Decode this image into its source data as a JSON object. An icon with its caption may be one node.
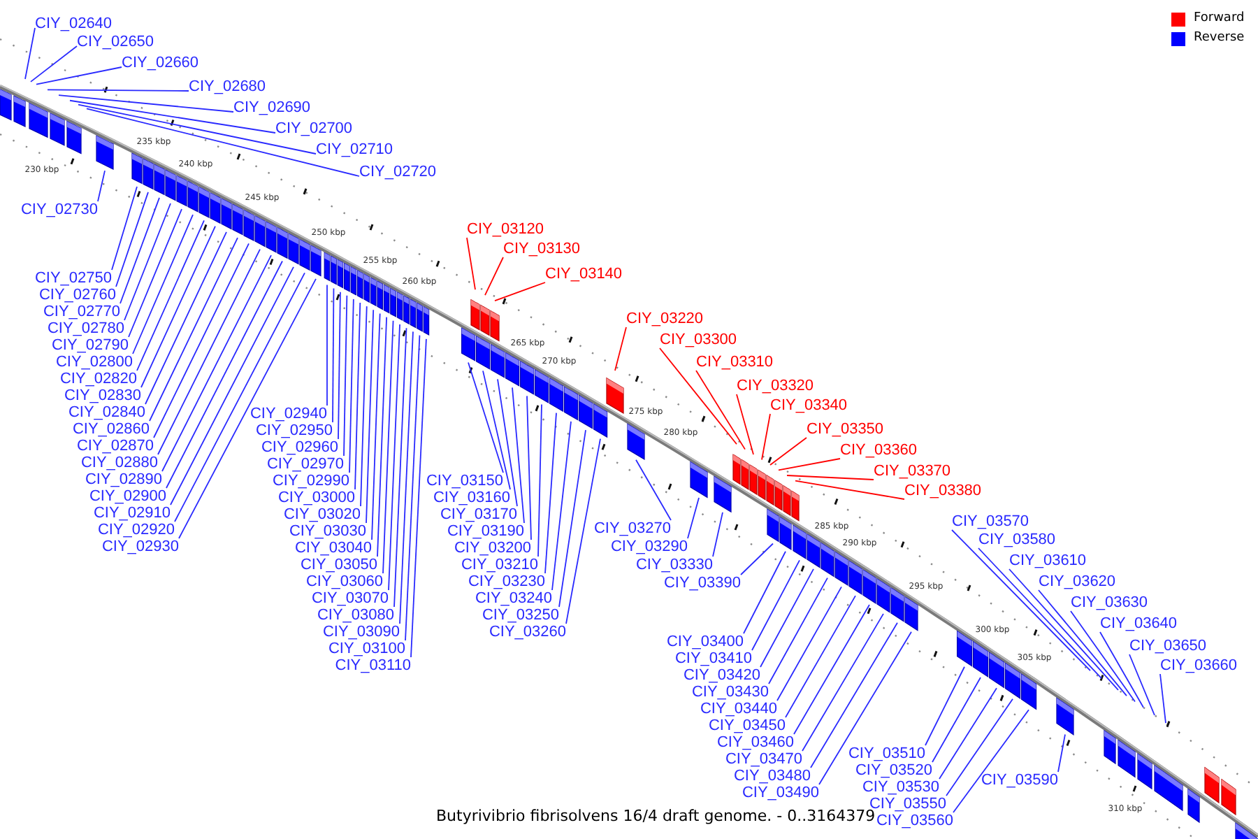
{
  "diagram": {
    "caption": "Butyrivibrio fibrisolvens 16/4 draft genome. - 0..3164379",
    "nodes": [
      {
        "text": [
          "CIY_02640"
        ]
      },
      {
        "text": [
          "CIY_02650"
        ]
      },
      {
        "text": [
          "CIY_02660"
        ]
      },
      {
        "text": [
          "CIY_02680"
        ]
      },
      {
        "text": [
          "CIY_02690"
        ]
      },
      {
        "text": [
          "CIY_02700"
        ]
      },
      {
        "text": [
          "CIY_02710"
        ]
      },
      {
        "text": [
          "CIY_02720"
        ]
      },
      {
        "text": [
          "CIY_02730"
        ]
      },
      {
        "text": [
          "CIY_02750"
        ]
      },
      {
        "text": [
          "CIY_02760"
        ]
      },
      {
        "text": [
          "CIY_02770"
        ]
      },
      {
        "text": [
          "CIY_02780"
        ]
      },
      {
        "text": [
          "CIY_02790"
        ]
      },
      {
        "text": [
          "CIY_02800"
        ]
      },
      {
        "text": [
          "CIY_02820"
        ]
      },
      {
        "text": [
          "CIY_02830"
        ]
      },
      {
        "text": [
          "CIY_02840"
        ]
      },
      {
        "text": [
          "CIY_02860"
        ]
      },
      {
        "text": [
          "CIY_02870"
        ]
      },
      {
        "text": [
          "CIY_02880"
        ]
      },
      {
        "text": [
          "CIY_02890"
        ]
      },
      {
        "text": [
          "CIY_02900"
        ]
      },
      {
        "text": [
          "CIY_02910"
        ]
      },
      {
        "text": [
          "CIY_02920"
        ]
      },
      {
        "text": [
          "CIY_02930"
        ]
      },
      {
        "text": [
          "CIY_02940"
        ]
      },
      {
        "text": [
          "CIY_02950"
        ]
      },
      {
        "text": [
          "CIY_02960"
        ]
      },
      {
        "text": [
          "CIY_02970"
        ]
      },
      {
        "text": [
          "CIY_02990"
        ]
      },
      {
        "text": [
          "CIY_03000"
        ]
      },
      {
        "text": [
          "CIY_03020"
        ]
      },
      {
        "text": [
          "CIY_03030"
        ]
      },
      {
        "text": [
          "CIY_03040"
        ]
      },
      {
        "text": [
          "CIY_03050"
        ]
      },
      {
        "text": [
          "CIY_03060"
        ]
      },
      {
        "text": [
          "CIY_03070"
        ]
      },
      {
        "text": [
          "CIY_03080"
        ]
      },
      {
        "text": [
          "CIY_03090"
        ]
      },
      {
        "text": [
          "CIY_03100"
        ]
      },
      {
        "text": [
          "CIY_03110"
        ]
      },
      {
        "text": [
          "CIY_03120"
        ]
      },
      {
        "text": [
          "CIY_03130"
        ]
      },
      {
        "text": [
          "CIY_03140"
        ]
      },
      {
        "text": [
          "CIY_03220"
        ]
      },
      {
        "text": [
          "CIY_03150"
        ]
      },
      {
        "text": [
          "CIY_03160"
        ]
      },
      {
        "text": [
          "CIY_03170"
        ]
      },
      {
        "text": [
          "CIY_03190"
        ]
      },
      {
        "text": [
          "CIY_03200"
        ]
      },
      {
        "text": [
          "CIY_03210"
        ]
      },
      {
        "text": [
          "CIY_03230"
        ]
      },
      {
        "text": [
          "CIY_03240"
        ]
      },
      {
        "text": [
          "CIY_03250"
        ]
      },
      {
        "text": [
          "CIY_03260"
        ]
      },
      {
        "text": [
          "CIY_03270"
        ]
      },
      {
        "text": [
          "CIY_03290"
        ]
      },
      {
        "text": [
          "CIY_03330"
        ]
      },
      {
        "text": [
          "CIY_03390"
        ]
      },
      {
        "text": [
          "CIY_03300"
        ]
      },
      {
        "text": [
          "CIY_03310"
        ]
      },
      {
        "text": [
          "CIY_03320"
        ]
      },
      {
        "text": [
          "CIY_03340"
        ]
      },
      {
        "text": [
          "CIY_03350"
        ]
      },
      {
        "text": [
          "CIY_03360"
        ]
      },
      {
        "text": [
          "CIY_03370"
        ]
      },
      {
        "text": [
          "CIY_03380"
        ]
      },
      {
        "text": [
          "CIY_03400"
        ]
      },
      {
        "text": [
          "CIY_03410"
        ]
      },
      {
        "text": [
          "CIY_03420"
        ]
      },
      {
        "text": [
          "CIY_03430"
        ]
      },
      {
        "text": [
          "CIY_03440"
        ]
      },
      {
        "text": [
          "CIY_03450"
        ]
      },
      {
        "text": [
          "CIY_03460"
        ]
      },
      {
        "text": [
          "CIY_03470"
        ]
      },
      {
        "text": [
          "CIY_03480"
        ]
      },
      {
        "text": [
          "CIY_03490"
        ]
      },
      {
        "text": [
          "CIY_03510"
        ]
      },
      {
        "text": [
          "CIY_03520"
        ]
      },
      {
        "text": [
          "CIY_03530"
        ]
      },
      {
        "text": [
          "CIY_03550"
        ]
      },
      {
        "text": [
          "CIY_03560"
        ]
      },
      {
        "text": [
          "CIY_03590"
        ]
      },
      {
        "text": [
          "CIY_03570"
        ]
      },
      {
        "text": [
          "CIY_03580"
        ]
      },
      {
        "text": [
          "CIY_03610"
        ]
      },
      {
        "text": [
          "CIY_03620"
        ]
      },
      {
        "text": [
          "CIY_03630"
        ]
      },
      {
        "text": [
          "CIY_03640"
        ]
      },
      {
        "text": [
          "CIY_03650"
        ]
      },
      {
        "text": [
          "CIY_03660"
        ]
      }
    ],
    "edges": [
      {
        "from": 0,
        "to": null,
        "arrow": "none"
      },
      {
        "from": 1,
        "to": null,
        "arrow": "none"
      },
      {
        "from": 2,
        "to": null,
        "arrow": "none"
      },
      {
        "from": 3,
        "to": null,
        "arrow": "none"
      },
      {
        "from": 4,
        "to": null,
        "arrow": "none"
      },
      {
        "from": 5,
        "to": null,
        "arrow": "none"
      },
      {
        "from": 6,
        "to": null,
        "arrow": "none"
      },
      {
        "from": 7,
        "to": null,
        "arrow": "none"
      },
      {
        "from": 8,
        "to": null,
        "arrow": "none"
      },
      {
        "from": 9,
        "to": null,
        "arrow": "none"
      },
      {
        "from": 10,
        "to": null,
        "arrow": "none"
      },
      {
        "from": 11,
        "to": null,
        "arrow": "none"
      },
      {
        "from": 12,
        "to": null,
        "arrow": "none"
      },
      {
        "from": 13,
        "to": null,
        "arrow": "none"
      },
      {
        "from": 14,
        "to": null,
        "arrow": "none"
      },
      {
        "from": 15,
        "to": null,
        "arrow": "none"
      },
      {
        "from": 16,
        "to": null,
        "arrow": "none"
      },
      {
        "from": 17,
        "to": null,
        "arrow": "none"
      },
      {
        "from": 18,
        "to": null,
        "arrow": "none"
      },
      {
        "from": 19,
        "to": null,
        "arrow": "none"
      },
      {
        "from": 20,
        "to": null,
        "arrow": "none"
      },
      {
        "from": 21,
        "to": null,
        "arrow": "none"
      },
      {
        "from": 22,
        "to": null,
        "arrow": "none"
      },
      {
        "from": 23,
        "to": null,
        "arrow": "none"
      },
      {
        "from": 24,
        "to": null,
        "arrow": "none"
      },
      {
        "from": 25,
        "to": null,
        "arrow": "none"
      },
      {
        "from": 26,
        "to": null,
        "arrow": "none"
      },
      {
        "from": 27,
        "to": null,
        "arrow": "none"
      },
      {
        "from": 28,
        "to": null,
        "arrow": "none"
      },
      {
        "from": 29,
        "to": null,
        "arrow": "none"
      },
      {
        "from": 30,
        "to": null,
        "arrow": "none"
      },
      {
        "from": 31,
        "to": null,
        "arrow": "none"
      },
      {
        "from": 32,
        "to": null,
        "arrow": "none"
      },
      {
        "from": 33,
        "to": null,
        "arrow": "none"
      },
      {
        "from": 34,
        "to": null,
        "arrow": "none"
      },
      {
        "from": 35,
        "to": null,
        "arrow": "none"
      },
      {
        "from": 36,
        "to": null,
        "arrow": "none"
      },
      {
        "from": 37,
        "to": null,
        "arrow": "none"
      },
      {
        "from": 38,
        "to": null,
        "arrow": "none"
      },
      {
        "from": 39,
        "to": null,
        "arrow": "none"
      },
      {
        "from": 40,
        "to": null,
        "arrow": "none"
      },
      {
        "from": 41,
        "to": null,
        "arrow": "none"
      },
      {
        "from": 42,
        "to": null,
        "arrow": "none",
        "color": "#ff0000"
      },
      {
        "from": 43,
        "to": null,
        "arrow": "none",
        "color": "#ff0000"
      },
      {
        "from": 44,
        "to": null,
        "arrow": "none",
        "color": "#ff0000"
      },
      {
        "from": 45,
        "to": null,
        "arrow": "none",
        "color": "#ff0000"
      },
      {
        "from": 46,
        "to": null,
        "arrow": "none"
      },
      {
        "from": 47,
        "to": null,
        "arrow": "none"
      },
      {
        "from": 48,
        "to": null,
        "arrow": "none"
      },
      {
        "from": 49,
        "to": null,
        "arrow": "none"
      },
      {
        "from": 50,
        "to": null,
        "arrow": "none"
      },
      {
        "from": 51,
        "to": null,
        "arrow": "none"
      },
      {
        "from": 52,
        "to": null,
        "arrow": "none"
      },
      {
        "from": 53,
        "to": null,
        "arrow": "none"
      },
      {
        "from": 54,
        "to": null,
        "arrow": "none"
      },
      {
        "from": 55,
        "to": null,
        "arrow": "none"
      },
      {
        "from": 56,
        "to": null,
        "arrow": "none"
      },
      {
        "from": 57,
        "to": null,
        "arrow": "none"
      },
      {
        "from": 58,
        "to": null,
        "arrow": "none"
      },
      {
        "from": 59,
        "to": null,
        "arrow": "none"
      },
      {
        "from": 60,
        "to": null,
        "arrow": "none",
        "color": "#ff0000"
      },
      {
        "from": 61,
        "to": null,
        "arrow": "none",
        "color": "#ff0000"
      },
      {
        "from": 62,
        "to": null,
        "arrow": "none",
        "color": "#ff0000"
      },
      {
        "from": 63,
        "to": null,
        "arrow": "none",
        "color": "#ff0000"
      },
      {
        "from": 64,
        "to": null,
        "arrow": "none",
        "color": "#ff0000"
      },
      {
        "from": 65,
        "to": null,
        "arrow": "none",
        "color": "#ff0000"
      },
      {
        "from": 66,
        "to": null,
        "arrow": "none",
        "color": "#ff0000"
      },
      {
        "from": 67,
        "to": null,
        "arrow": "none",
        "color": "#ff0000"
      },
      {
        "from": 68,
        "to": null,
        "arrow": "none"
      },
      {
        "from": 69,
        "to": null,
        "arrow": "none"
      },
      {
        "from": 70,
        "to": null,
        "arrow": "none"
      },
      {
        "from": 71,
        "to": null,
        "arrow": "none"
      },
      {
        "from": 72,
        "to": null,
        "arrow": "none"
      },
      {
        "from": 73,
        "to": null,
        "arrow": "none"
      },
      {
        "from": 74,
        "to": null,
        "arrow": "none"
      },
      {
        "from": 75,
        "to": null,
        "arrow": "none"
      },
      {
        "from": 76,
        "to": null,
        "arrow": "none"
      },
      {
        "from": 77,
        "to": null,
        "arrow": "none"
      },
      {
        "from": 78,
        "to": null,
        "arrow": "none"
      },
      {
        "from": 79,
        "to": null,
        "arrow": "none"
      },
      {
        "from": 80,
        "to": null,
        "arrow": "none"
      },
      {
        "from": 81,
        "to": null,
        "arrow": "none"
      },
      {
        "from": 82,
        "to": null,
        "arrow": "none"
      },
      {
        "from": 83,
        "to": null,
        "arrow": "none"
      },
      {
        "from": 84,
        "to": null,
        "arrow": "none"
      },
      {
        "from": 85,
        "to": null,
        "arrow": "none"
      },
      {
        "from": 86,
        "to": null,
        "arrow": "none"
      },
      {
        "from": 87,
        "to": null,
        "arrow": "none"
      },
      {
        "from": 88,
        "to": null,
        "arrow": "none"
      },
      {
        "from": 89,
        "to": null,
        "arrow": "none"
      },
      {
        "from": 90,
        "to": null,
        "arrow": "none"
      },
      {
        "from": 91,
        "to": null,
        "arrow": "none"
      }
    ],
    "labels": [
      "230 kbp",
      "235 kbp",
      "240 kbp",
      "245 kbp",
      "250 kbp",
      "255 kbp",
      "260 kbp",
      "265 kbp",
      "270 kbp",
      "275 kbp",
      "280 kbp",
      "285 kbp",
      "290 kbp",
      "295 kbp",
      "300 kbp",
      "305 kbp",
      "310 kbp"
    ],
    "legend": [
      {
        "text": "Forward",
        "color": "#ff0000"
      },
      {
        "text": "Reverse",
        "color": "#0000ff"
      }
    ]
  }
}
